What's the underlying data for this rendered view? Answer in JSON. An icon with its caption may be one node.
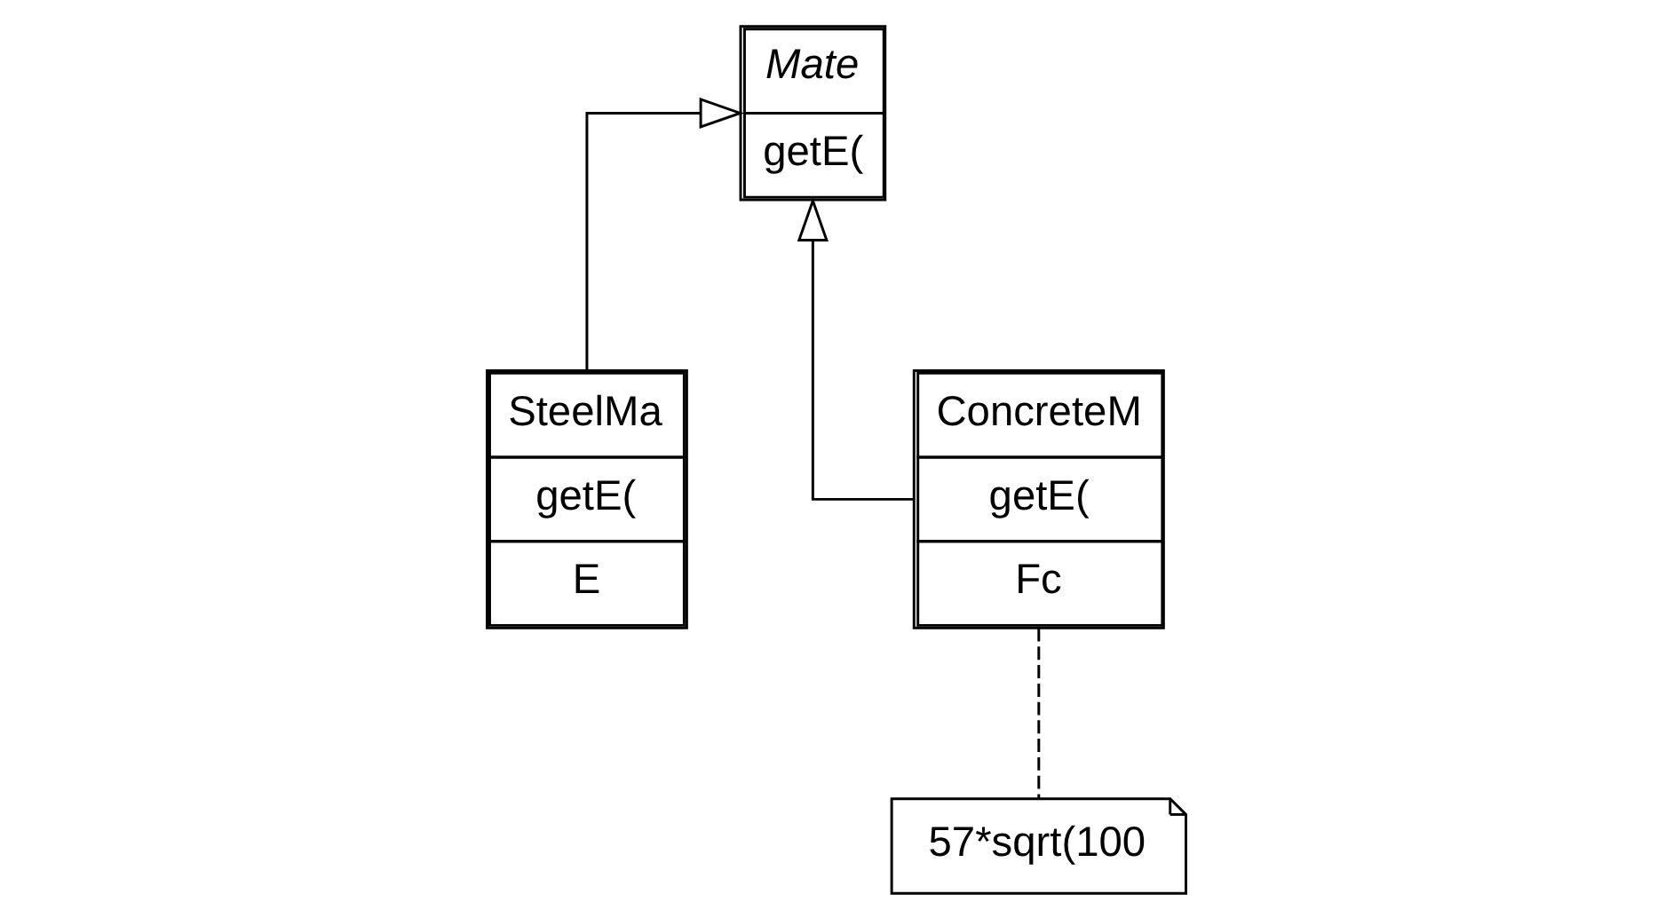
{
  "diagram": {
    "nodes": [
      {
        "text": [
          "Mate",
          "getE("
        ]
      },
      {
        "text": [
          "SteelMa",
          "getE(",
          "E"
        ]
      },
      {
        "text": [
          "ConcreteM",
          "getE(",
          "Fc"
        ]
      },
      {
        "text": [
          "57*sqrt(100"
        ]
      }
    ],
    "edges": [
      {
        "from": 1,
        "to": 0,
        "arrow": "to"
      },
      {
        "from": 2,
        "to": 0,
        "arrow": "to"
      },
      {
        "from": 2,
        "to": 3,
        "arrow": "none",
        "style": "dashed"
      }
    ]
  }
}
